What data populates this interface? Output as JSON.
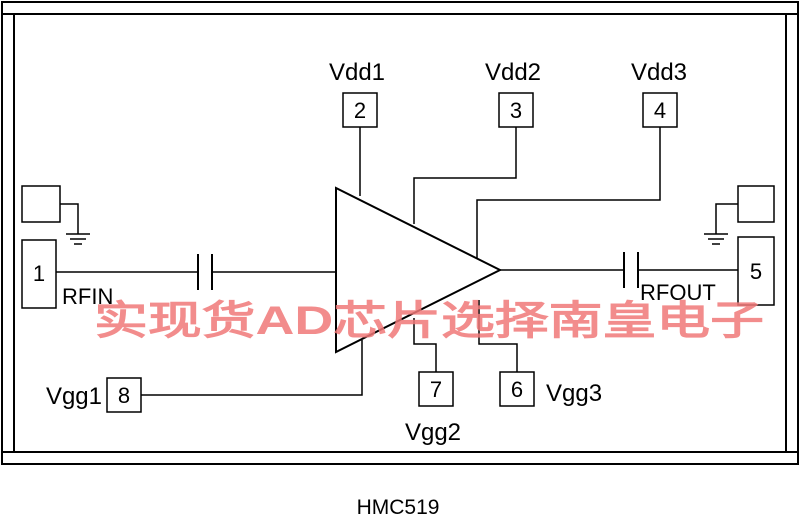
{
  "pins": {
    "p1": {
      "number": "1",
      "name": "RFIN"
    },
    "p2": {
      "number": "2",
      "name": "Vdd1"
    },
    "p3": {
      "number": "3",
      "name": "Vdd2"
    },
    "p4": {
      "number": "4",
      "name": "Vdd3"
    },
    "p5": {
      "number": "5",
      "name": "RFOUT"
    },
    "p6": {
      "number": "6",
      "name": "Vgg3"
    },
    "p7": {
      "number": "7",
      "name": "Vgg2"
    },
    "p8": {
      "number": "8",
      "name": "Vgg1"
    }
  },
  "part_number": "HMC519",
  "watermark": "实现货AD芯片选择南皇电子"
}
